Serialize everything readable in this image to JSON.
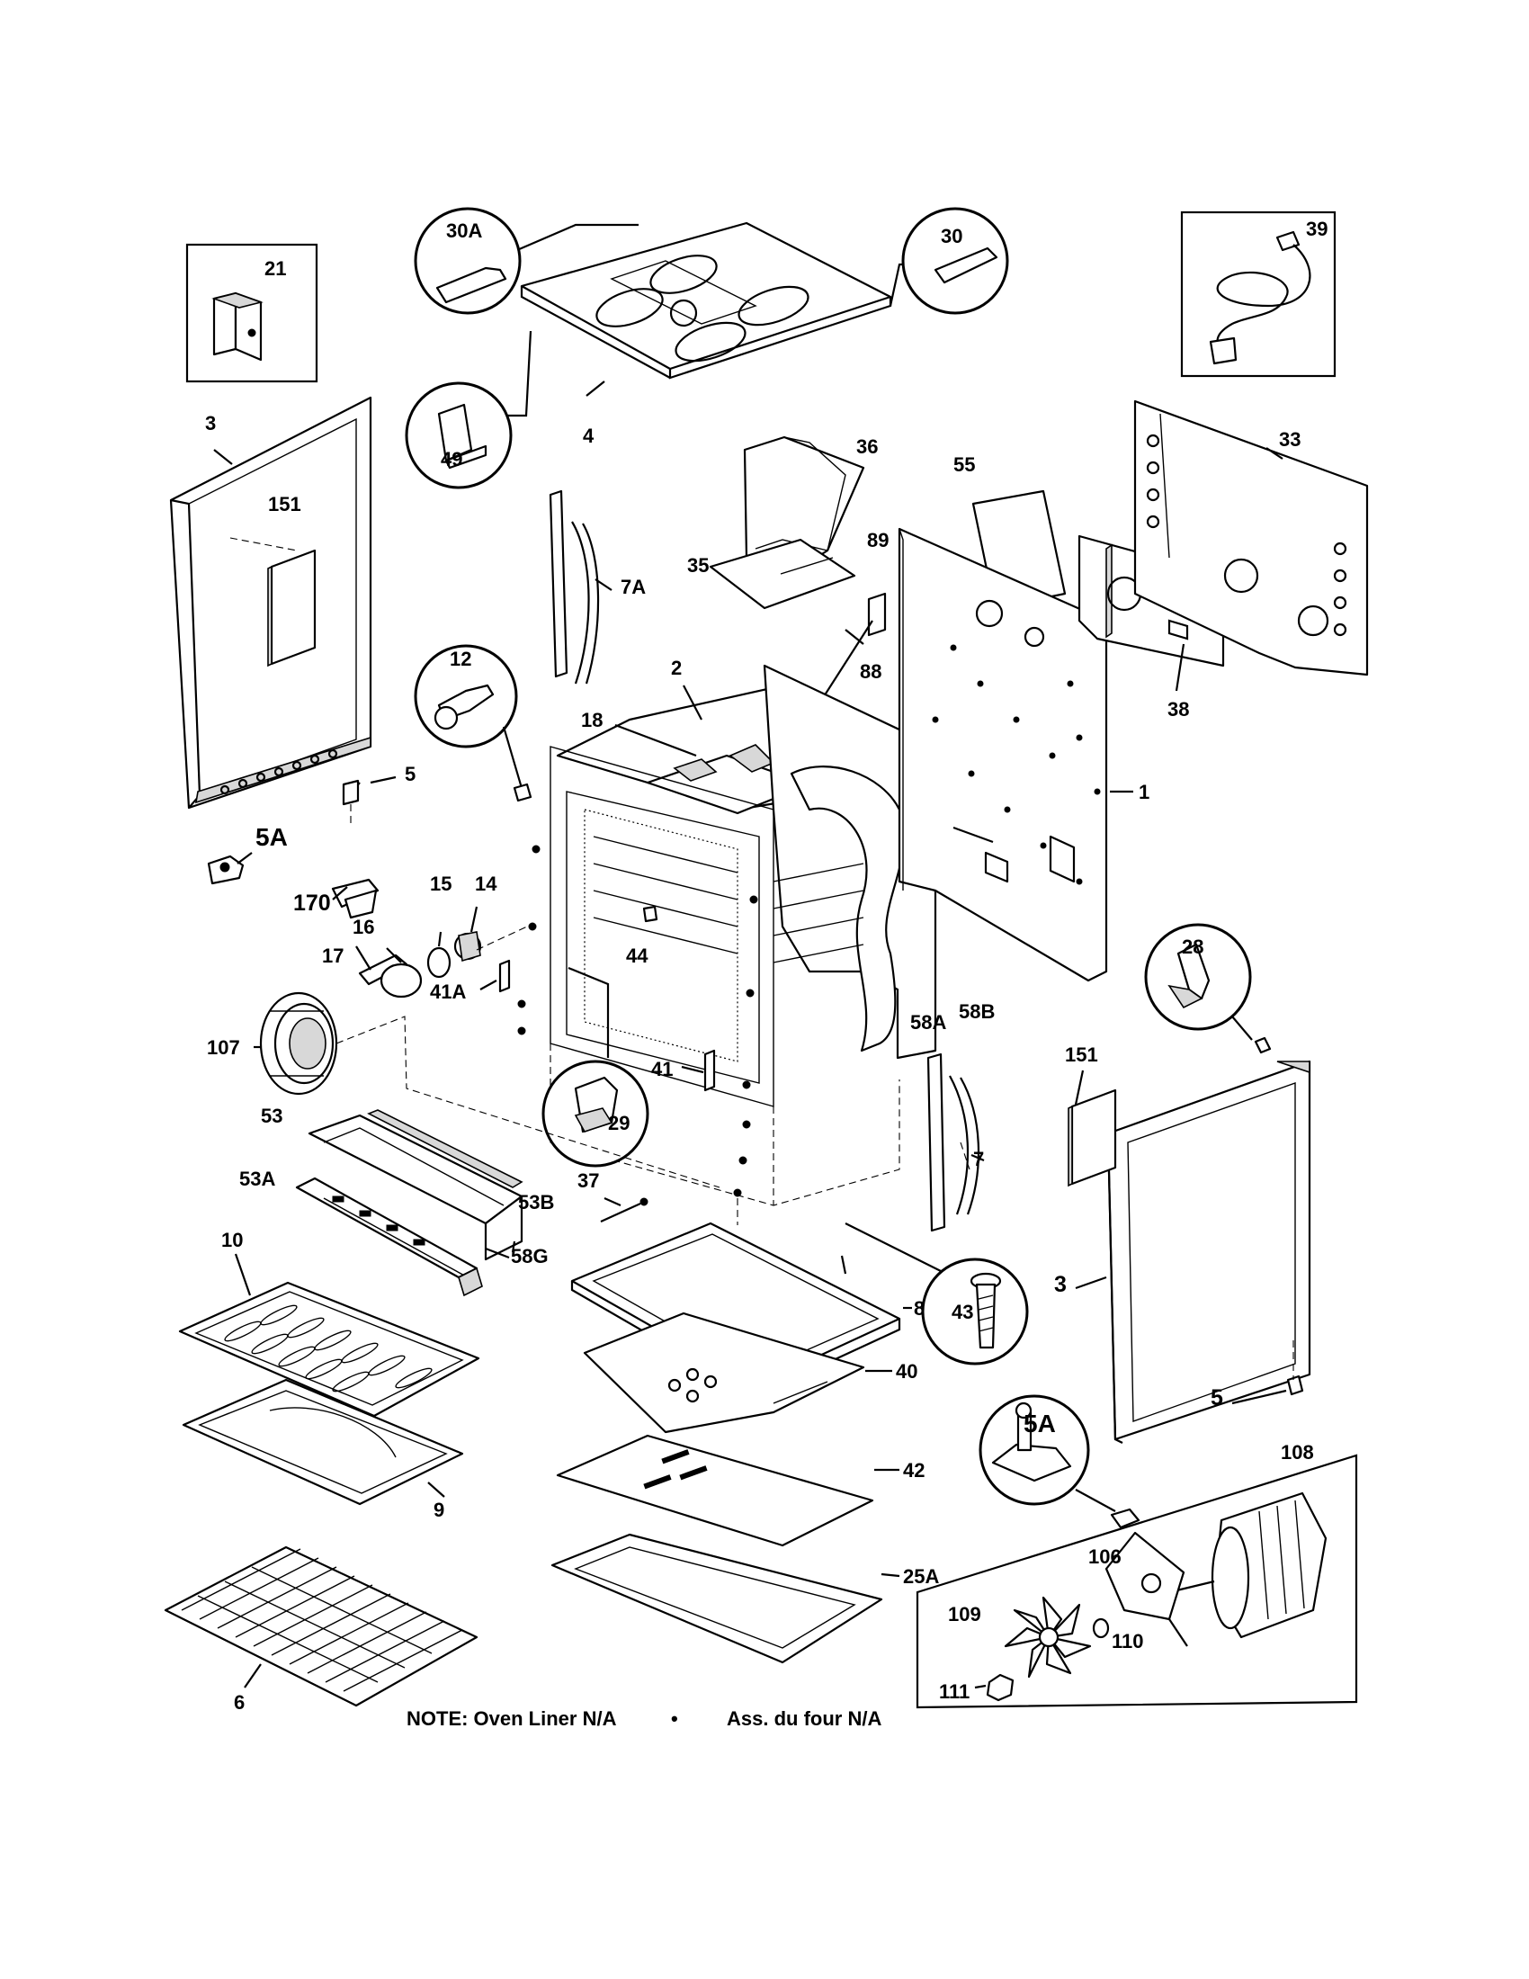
{
  "labels": {
    "l_30A": "30A",
    "l_30": "30",
    "l_39": "39",
    "l_21": "21",
    "l_3_left": "3",
    "l_151_left": "151",
    "l_49": "49",
    "l_4": "4",
    "l_36": "36",
    "l_33": "33",
    "l_55": "55",
    "l_35": "35",
    "l_89": "89",
    "l_7A": "7A",
    "l_88": "88",
    "l_38": "38",
    "l_12": "12",
    "l_2": "2",
    "l_18": "18",
    "l_5_left": "5",
    "l_1": "1",
    "l_5A_left": "5A",
    "l_170": "170",
    "l_15": "15",
    "l_14": "14",
    "l_16": "16",
    "l_28": "28",
    "l_17": "17",
    "l_44": "44",
    "l_41A": "41A",
    "l_58B": "58B",
    "l_58A": "58A",
    "l_107": "107",
    "l_151_right": "151",
    "l_41": "41",
    "l_29": "29",
    "l_53": "53",
    "l_7": "7",
    "l_53A": "53A",
    "l_37": "37",
    "l_53B": "53B",
    "l_58G": "58G",
    "l_10": "10",
    "l_8": "8",
    "l_43": "43",
    "l_3_right": "3",
    "l_40": "40",
    "l_5_right": "5",
    "l_5A_right": "5A",
    "l_108": "108",
    "l_42": "42",
    "l_9": "9",
    "l_106": "106",
    "l_25A": "25A",
    "l_109": "109",
    "l_110": "110",
    "l_6": "6",
    "l_111": "111"
  },
  "note": {
    "left": "NOTE: Oven Liner N/A",
    "separator": "•",
    "right": "Ass. du four N/A"
  }
}
